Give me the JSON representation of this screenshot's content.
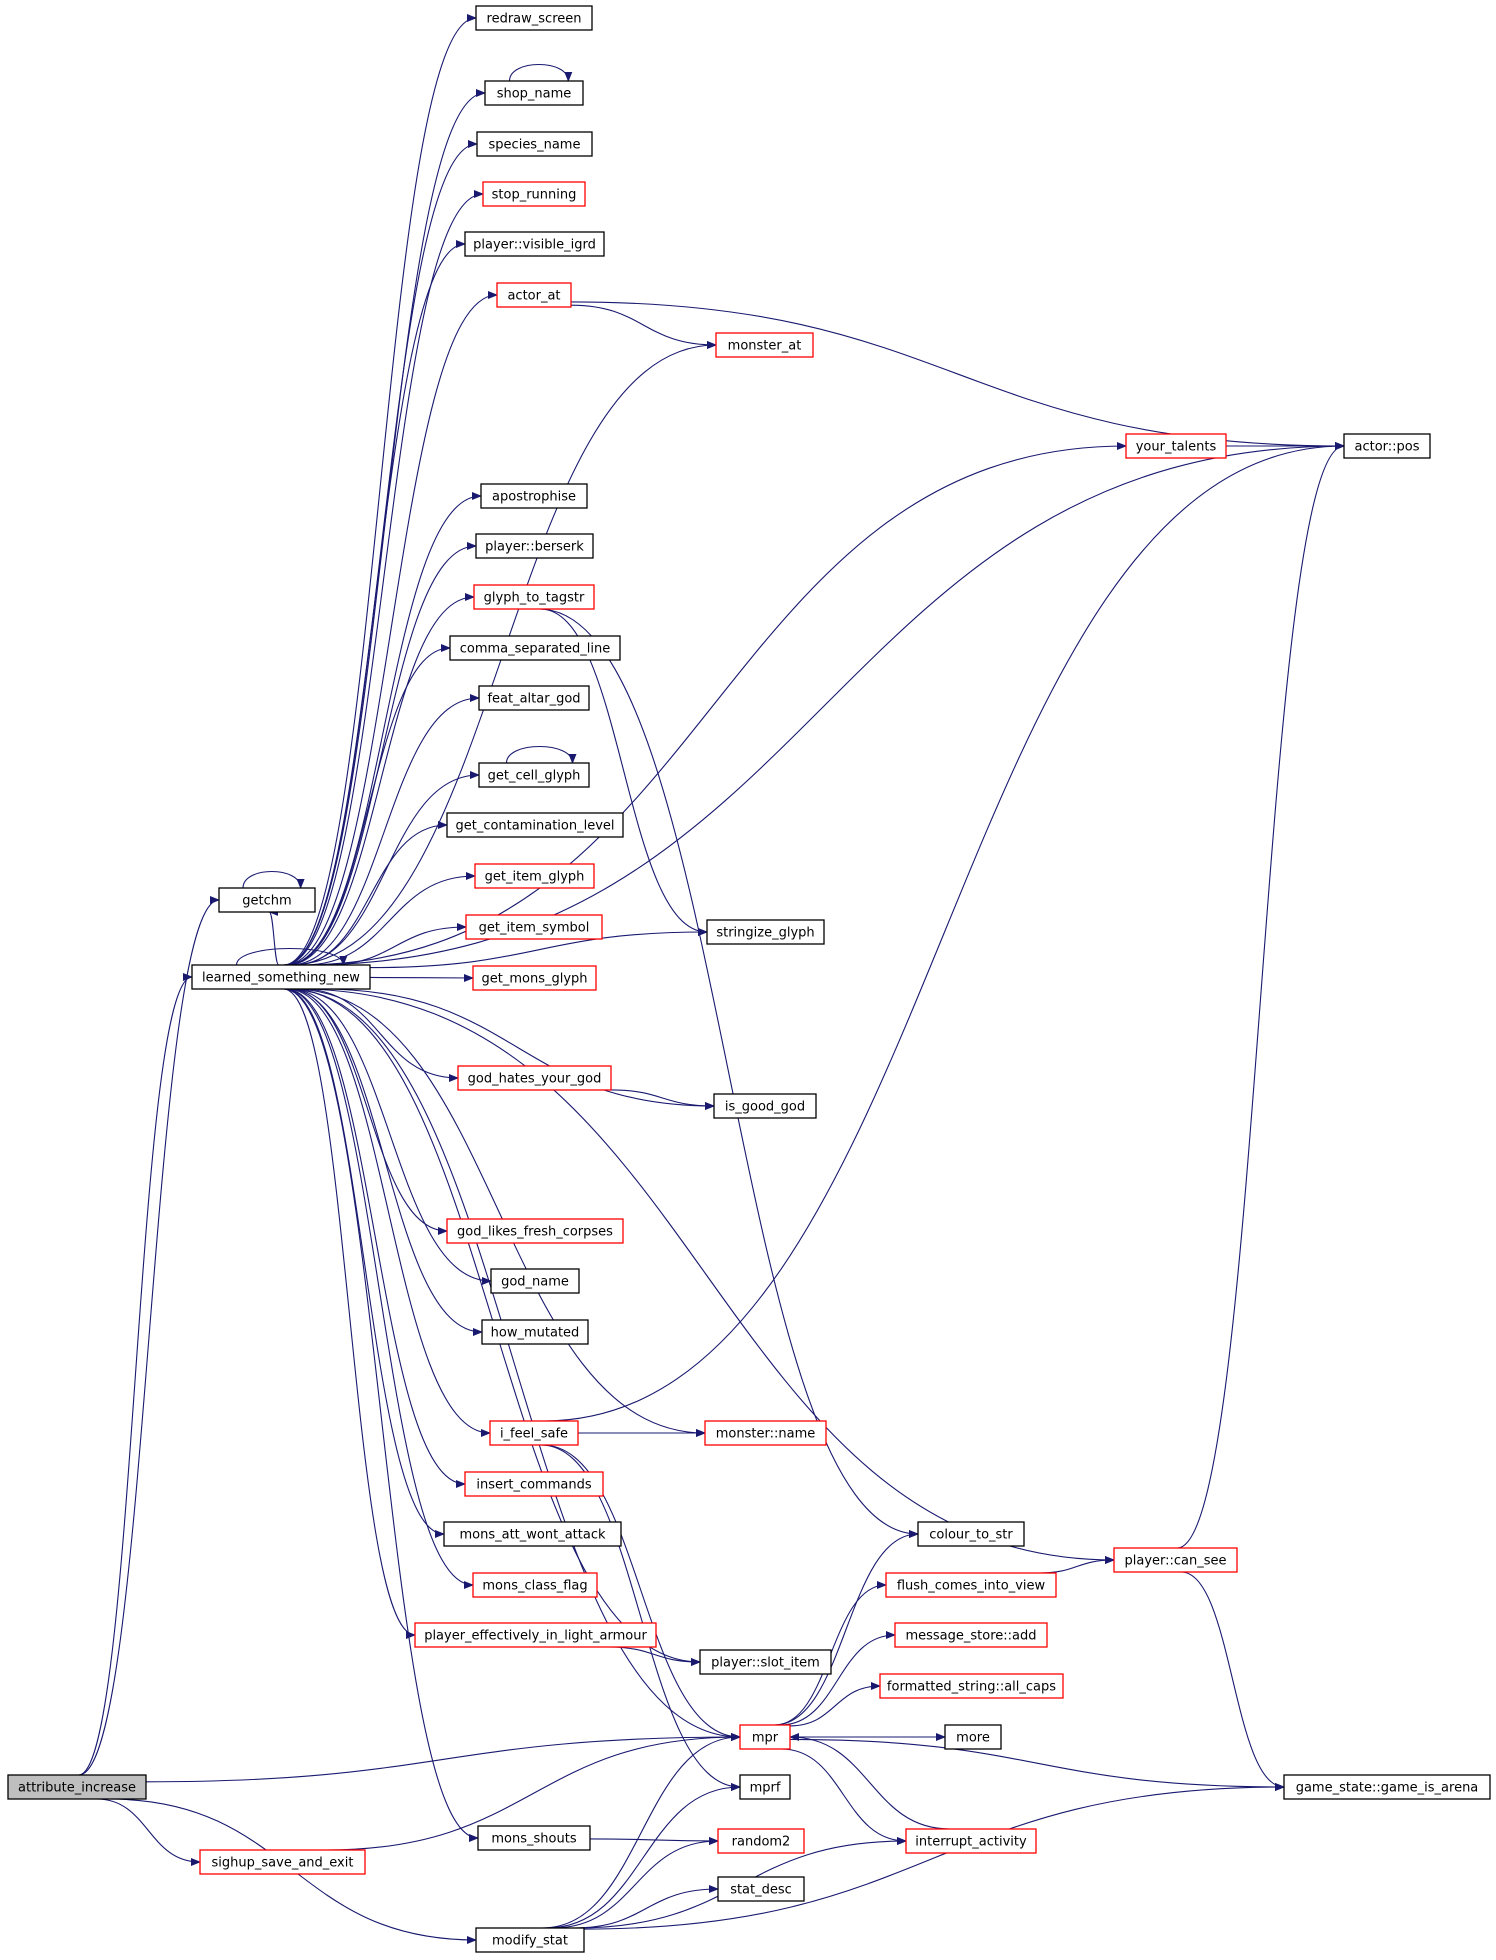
{
  "colors": {
    "edge": "#191970",
    "node_border_default": "#000000",
    "node_border_red": "#ff0000",
    "node_fill_root": "#bfbfbf",
    "node_fill": "#ffffff"
  },
  "nodes": [
    {
      "id": "attribute_increase",
      "label": "attribute_increase",
      "style": "root"
    },
    {
      "id": "getchm",
      "label": "getchm",
      "style": "black"
    },
    {
      "id": "learned_something_new",
      "label": "learned_something_new",
      "style": "black"
    },
    {
      "id": "sighup_save_and_exit",
      "label": "sighup_save_and_exit",
      "style": "red"
    },
    {
      "id": "modify_stat",
      "label": "modify_stat",
      "style": "black"
    },
    {
      "id": "redraw_screen",
      "label": "redraw_screen",
      "style": "black"
    },
    {
      "id": "shop_name",
      "label": "shop_name",
      "style": "black"
    },
    {
      "id": "species_name",
      "label": "species_name",
      "style": "black"
    },
    {
      "id": "stop_running",
      "label": "stop_running",
      "style": "red"
    },
    {
      "id": "player_visible_igrd",
      "label": "player::visible_igrd",
      "style": "black"
    },
    {
      "id": "actor_at",
      "label": "actor_at",
      "style": "red"
    },
    {
      "id": "monster_at",
      "label": "monster_at",
      "style": "red"
    },
    {
      "id": "your_talents",
      "label": "your_talents",
      "style": "red"
    },
    {
      "id": "actor_pos",
      "label": "actor::pos",
      "style": "black"
    },
    {
      "id": "apostrophise",
      "label": "apostrophise",
      "style": "black"
    },
    {
      "id": "player_berserk",
      "label": "player::berserk",
      "style": "black"
    },
    {
      "id": "glyph_to_tagstr",
      "label": "glyph_to_tagstr",
      "style": "red"
    },
    {
      "id": "comma_separated_line",
      "label": "comma_separated_line",
      "style": "black"
    },
    {
      "id": "feat_altar_god",
      "label": "feat_altar_god",
      "style": "black"
    },
    {
      "id": "get_cell_glyph",
      "label": "get_cell_glyph",
      "style": "black"
    },
    {
      "id": "get_contamination_level",
      "label": "get_contamination_level",
      "style": "black"
    },
    {
      "id": "get_item_glyph",
      "label": "get_item_glyph",
      "style": "red"
    },
    {
      "id": "get_item_symbol",
      "label": "get_item_symbol",
      "style": "red"
    },
    {
      "id": "stringize_glyph",
      "label": "stringize_glyph",
      "style": "black"
    },
    {
      "id": "get_mons_glyph",
      "label": "get_mons_glyph",
      "style": "red"
    },
    {
      "id": "god_hates_your_god",
      "label": "god_hates_your_god",
      "style": "red"
    },
    {
      "id": "is_good_god",
      "label": "is_good_god",
      "style": "black"
    },
    {
      "id": "god_likes_fresh_corpses",
      "label": "god_likes_fresh_corpses",
      "style": "red"
    },
    {
      "id": "god_name",
      "label": "god_name",
      "style": "black"
    },
    {
      "id": "how_mutated",
      "label": "how_mutated",
      "style": "black"
    },
    {
      "id": "i_feel_safe",
      "label": "i_feel_safe",
      "style": "red"
    },
    {
      "id": "monster_name",
      "label": "monster::name",
      "style": "red"
    },
    {
      "id": "insert_commands",
      "label": "insert_commands",
      "style": "red"
    },
    {
      "id": "mons_att_wont_attack",
      "label": "mons_att_wont_attack",
      "style": "black"
    },
    {
      "id": "mons_class_flag",
      "label": "mons_class_flag",
      "style": "red"
    },
    {
      "id": "player_effectively_in_light_armour",
      "label": "player_effectively_in_light_armour",
      "style": "red"
    },
    {
      "id": "player_slot_item",
      "label": "player::slot_item",
      "style": "black"
    },
    {
      "id": "mpr",
      "label": "mpr",
      "style": "red"
    },
    {
      "id": "mprf",
      "label": "mprf",
      "style": "black"
    },
    {
      "id": "mons_shouts",
      "label": "mons_shouts",
      "style": "black"
    },
    {
      "id": "random2",
      "label": "random2",
      "style": "red"
    },
    {
      "id": "stat_desc",
      "label": "stat_desc",
      "style": "black"
    },
    {
      "id": "colour_to_str",
      "label": "colour_to_str",
      "style": "black"
    },
    {
      "id": "flush_comes_into_view",
      "label": "flush_comes_into_view",
      "style": "red"
    },
    {
      "id": "message_store_add",
      "label": "message_store::add",
      "style": "red"
    },
    {
      "id": "formatted_string_all_caps",
      "label": "formatted_string::all_caps",
      "style": "red"
    },
    {
      "id": "more",
      "label": "more",
      "style": "black"
    },
    {
      "id": "interrupt_activity",
      "label": "interrupt_activity",
      "style": "red"
    },
    {
      "id": "player_can_see",
      "label": "player::can_see",
      "style": "red"
    },
    {
      "id": "game_state_game_is_arena",
      "label": "game_state::game_is_arena",
      "style": "black"
    }
  ],
  "edges": [
    [
      "attribute_increase",
      "getchm"
    ],
    [
      "attribute_increase",
      "learned_something_new"
    ],
    [
      "attribute_increase",
      "mpr"
    ],
    [
      "attribute_increase",
      "sighup_save_and_exit"
    ],
    [
      "attribute_increase",
      "modify_stat"
    ],
    [
      "getchm",
      "getchm"
    ],
    [
      "learned_something_new",
      "learned_something_new"
    ],
    [
      "learned_something_new",
      "getchm"
    ],
    [
      "learned_something_new",
      "redraw_screen"
    ],
    [
      "learned_something_new",
      "shop_name"
    ],
    [
      "learned_something_new",
      "species_name"
    ],
    [
      "learned_something_new",
      "stop_running"
    ],
    [
      "learned_something_new",
      "player_visible_igrd"
    ],
    [
      "learned_something_new",
      "actor_at"
    ],
    [
      "learned_something_new",
      "monster_at"
    ],
    [
      "learned_something_new",
      "actor_pos"
    ],
    [
      "learned_something_new",
      "your_talents"
    ],
    [
      "learned_something_new",
      "apostrophise"
    ],
    [
      "learned_something_new",
      "player_berserk"
    ],
    [
      "learned_something_new",
      "glyph_to_tagstr"
    ],
    [
      "learned_something_new",
      "comma_separated_line"
    ],
    [
      "learned_something_new",
      "feat_altar_god"
    ],
    [
      "learned_something_new",
      "get_cell_glyph"
    ],
    [
      "learned_something_new",
      "get_contamination_level"
    ],
    [
      "learned_something_new",
      "get_item_glyph"
    ],
    [
      "learned_something_new",
      "get_item_symbol"
    ],
    [
      "learned_something_new",
      "get_mons_glyph"
    ],
    [
      "learned_something_new",
      "stringize_glyph"
    ],
    [
      "learned_something_new",
      "god_hates_your_god"
    ],
    [
      "learned_something_new",
      "is_good_god"
    ],
    [
      "learned_something_new",
      "monster_name"
    ],
    [
      "learned_something_new",
      "god_likes_fresh_corpses"
    ],
    [
      "learned_something_new",
      "god_name"
    ],
    [
      "learned_something_new",
      "how_mutated"
    ],
    [
      "learned_something_new",
      "player_can_see"
    ],
    [
      "learned_something_new",
      "i_feel_safe"
    ],
    [
      "learned_something_new",
      "insert_commands"
    ],
    [
      "learned_something_new",
      "mons_att_wont_attack"
    ],
    [
      "learned_something_new",
      "mons_class_flag"
    ],
    [
      "learned_something_new",
      "player_effectively_in_light_armour"
    ],
    [
      "learned_something_new",
      "player_slot_item"
    ],
    [
      "learned_something_new",
      "mpr"
    ],
    [
      "learned_something_new",
      "mons_shouts"
    ],
    [
      "shop_name",
      "shop_name"
    ],
    [
      "get_cell_glyph",
      "get_cell_glyph"
    ],
    [
      "actor_at",
      "monster_at"
    ],
    [
      "actor_at",
      "actor_pos"
    ],
    [
      "your_talents",
      "actor_pos"
    ],
    [
      "glyph_to_tagstr",
      "stringize_glyph"
    ],
    [
      "glyph_to_tagstr",
      "colour_to_str"
    ],
    [
      "god_hates_your_god",
      "is_good_god"
    ],
    [
      "i_feel_safe",
      "monster_name"
    ],
    [
      "i_feel_safe",
      "actor_pos"
    ],
    [
      "i_feel_safe",
      "mpr"
    ],
    [
      "i_feel_safe",
      "mprf"
    ],
    [
      "player_effectively_in_light_armour",
      "player_slot_item"
    ],
    [
      "mons_shouts",
      "random2"
    ],
    [
      "sighup_save_and_exit",
      "mpr"
    ],
    [
      "modify_stat",
      "mpr"
    ],
    [
      "modify_stat",
      "mprf"
    ],
    [
      "modify_stat",
      "random2"
    ],
    [
      "modify_stat",
      "stat_desc"
    ],
    [
      "modify_stat",
      "interrupt_activity"
    ],
    [
      "modify_stat",
      "game_state_game_is_arena"
    ],
    [
      "mpr",
      "colour_to_str"
    ],
    [
      "mpr",
      "flush_comes_into_view"
    ],
    [
      "mpr",
      "message_store_add"
    ],
    [
      "mpr",
      "formatted_string_all_caps"
    ],
    [
      "mpr",
      "more"
    ],
    [
      "mpr",
      "interrupt_activity"
    ],
    [
      "mpr",
      "game_state_game_is_arena"
    ],
    [
      "interrupt_activity",
      "mpr"
    ],
    [
      "flush_comes_into_view",
      "player_can_see"
    ],
    [
      "player_can_see",
      "actor_pos"
    ],
    [
      "player_can_see",
      "game_state_game_is_arena"
    ]
  ]
}
